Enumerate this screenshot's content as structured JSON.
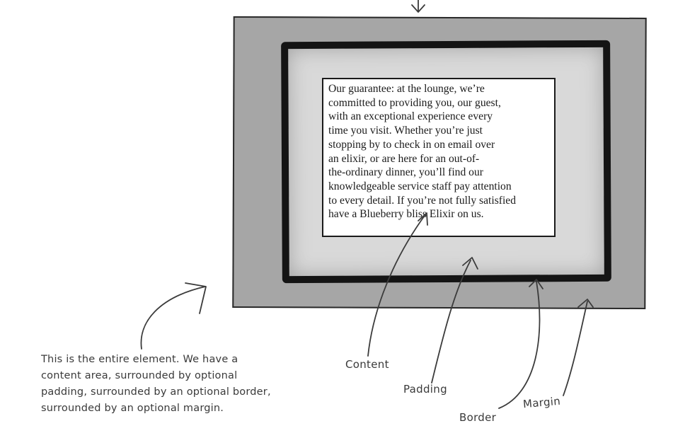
{
  "content": {
    "lines": [
      "Our guarantee: at the lounge, we’re",
      "committed to providing you, our guest,",
      "with an exceptional experience every",
      "time you visit. Whether you’re just",
      "stopping by to check in on email over",
      "an elixir, or are here for an out-of-",
      "the-ordinary dinner, you’ll find our",
      "knowledgeable service staff pay attention",
      "to every detail. If you’re not fully satisfied",
      "have a Blueberry bliss Elixir on us."
    ]
  },
  "labels": {
    "content": "Content",
    "padding": "Padding",
    "border": "Border",
    "margin": "Margin"
  },
  "caption": {
    "lines": [
      "This is the entire element. We have a",
      "content area, surrounded by optional",
      "padding, surrounded by an optional border,",
      "surrounded by an optional margin."
    ]
  }
}
